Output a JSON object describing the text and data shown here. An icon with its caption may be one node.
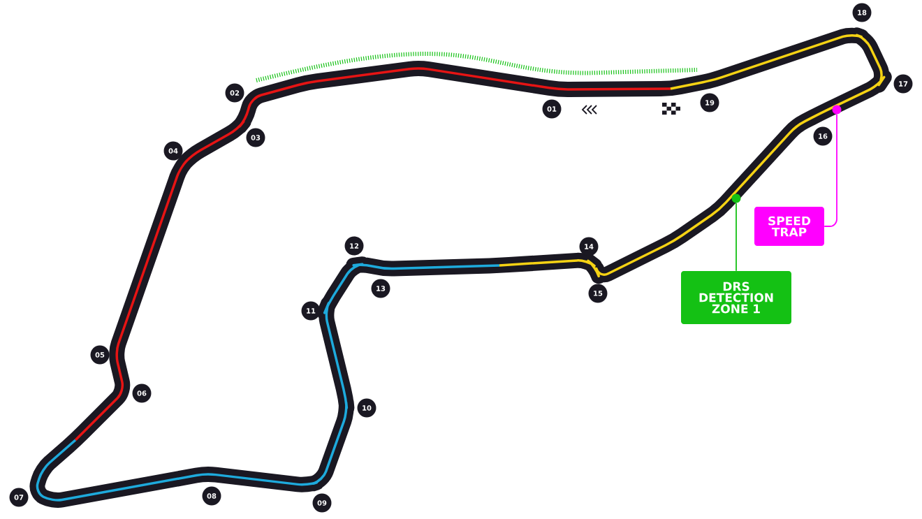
{
  "diagram": {
    "nodes": [
      {
        "text": [
          "01"
        ]
      },
      {
        "text": [
          "02"
        ]
      },
      {
        "text": [
          "03"
        ]
      },
      {
        "text": [
          "04"
        ]
      },
      {
        "text": [
          "05"
        ]
      },
      {
        "text": [
          "06"
        ]
      },
      {
        "text": [
          "07"
        ]
      },
      {
        "text": [
          "08"
        ]
      },
      {
        "text": [
          "09"
        ]
      },
      {
        "text": [
          "10"
        ]
      },
      {
        "text": [
          "11"
        ]
      },
      {
        "text": [
          "12"
        ]
      },
      {
        "text": [
          "13"
        ]
      },
      {
        "text": [
          "14"
        ]
      },
      {
        "text": [
          "15"
        ]
      },
      {
        "text": [
          "16"
        ]
      },
      {
        "text": [
          "17"
        ]
      },
      {
        "text": [
          "18"
        ]
      },
      {
        "text": [
          "19"
        ]
      },
      {
        "text": [
          "DRS DETECTION ZONE 1"
        ]
      },
      {
        "text": [],
        "shape": "circle"
      },
      {
        "text": [
          "SPEED TRAP"
        ]
      },
      {
        "text": [],
        "shape": "circle"
      }
    ],
    "edges": [
      {
        "from": 19,
        "to": 20,
        "arrow": "none",
        "color": "#14c114"
      },
      {
        "from": 21,
        "to": 22,
        "arrow": "none",
        "color": "#ff00ff"
      }
    ]
  }
}
